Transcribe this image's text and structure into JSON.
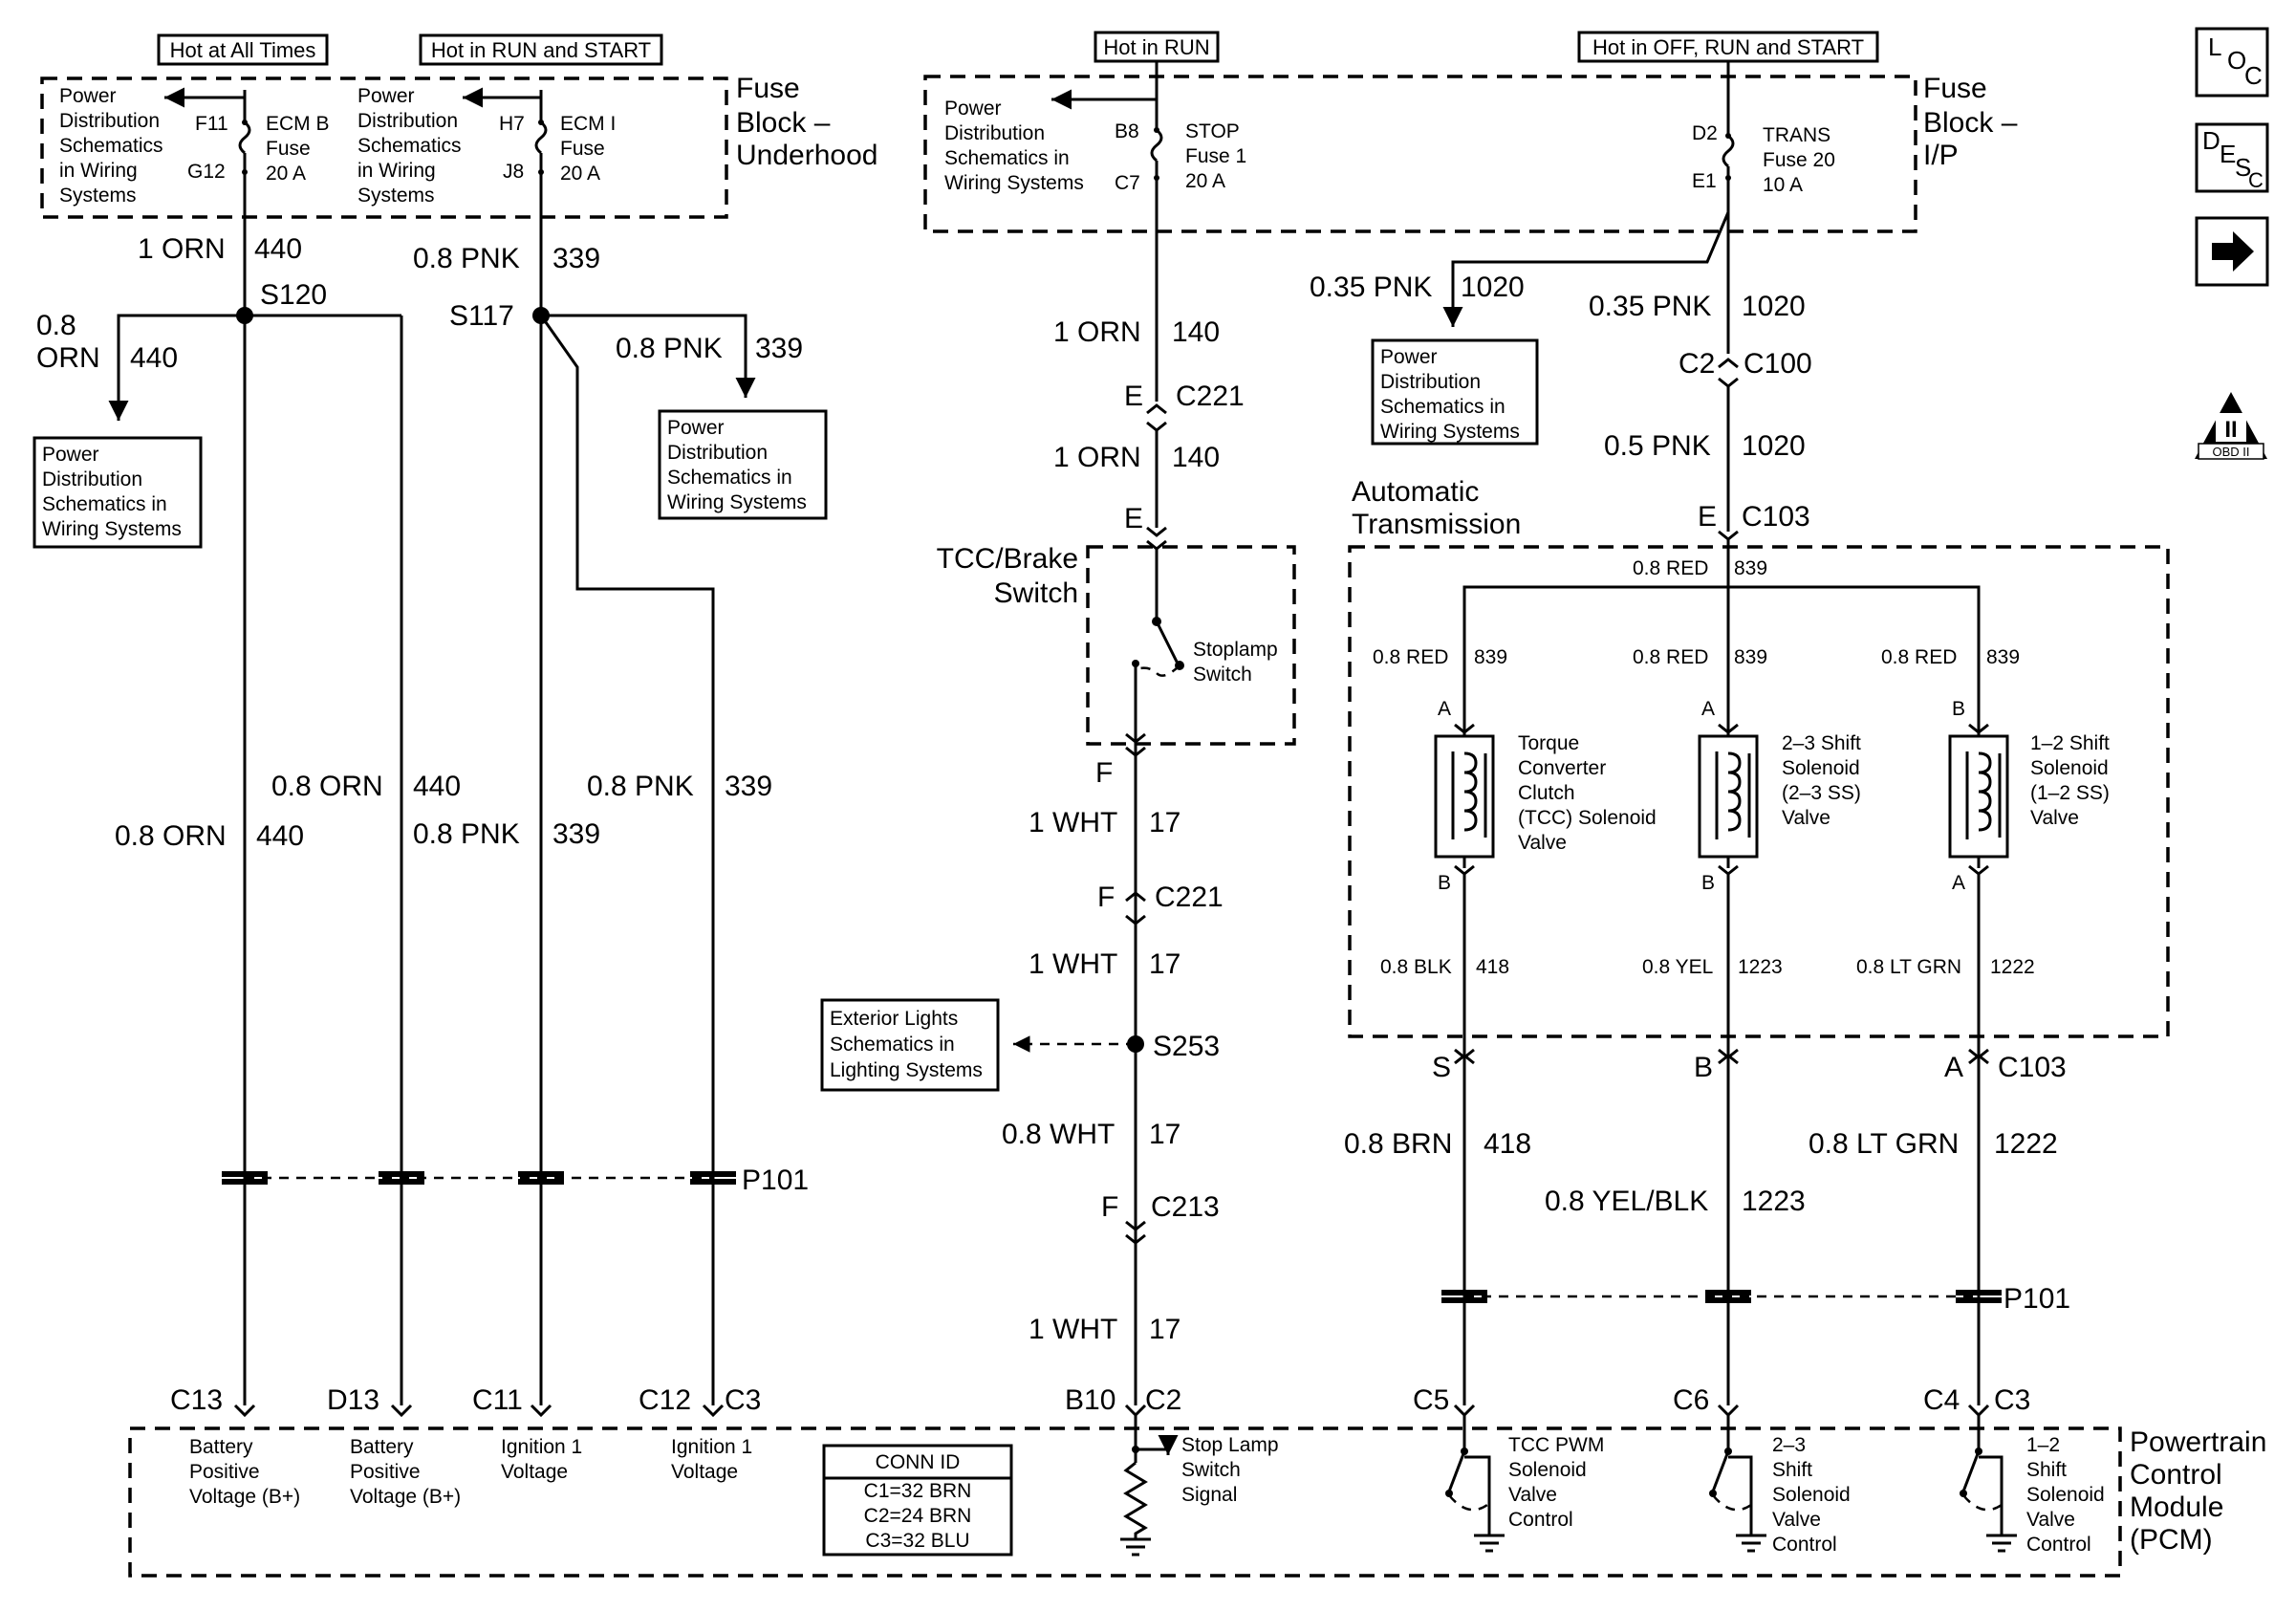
{
  "headers": {
    "hot_always": "Hot at All Times",
    "hot_run_start": "Hot in RUN and START",
    "hot_run": "Hot in RUN",
    "hot_off_run_start": "Hot in OFF, RUN and START"
  },
  "fuse_blocks": {
    "underhood": [
      "Fuse",
      "Block –",
      "Underhood"
    ],
    "ip": [
      "Fuse",
      "Block –",
      "I/P"
    ]
  },
  "fuses": {
    "ecm_b": {
      "in": "F11",
      "out": "G12",
      "lines": [
        "ECM B",
        "Fuse",
        "20 A"
      ]
    },
    "ecm_i": {
      "in": "H7",
      "out": "J8",
      "lines": [
        "ECM I",
        "Fuse",
        "20 A"
      ]
    },
    "stop": {
      "in": "B8",
      "out": "C7",
      "lines": [
        "STOP",
        "Fuse 1",
        "20 A"
      ]
    },
    "trans": {
      "in": "D2",
      "out": "E1",
      "lines": [
        "TRANS",
        "Fuse 20",
        "10 A"
      ]
    }
  },
  "refs": {
    "power_dist_4": [
      "Power",
      "Distribution",
      "Schematics",
      "in Wiring",
      "Systems"
    ],
    "power_dist_4b": [
      "Power",
      "Distribution",
      "Schematics",
      "in Wiring",
      "Systems"
    ],
    "power_dist_box1": [
      "Power",
      "Distribution",
      "Schematics in",
      "Wiring Systems"
    ],
    "power_dist_box2": [
      "Power",
      "Distribution",
      "Schematics in",
      "Wiring Systems"
    ],
    "power_dist_stop": [
      "Power",
      "Distribution",
      "Schematics in",
      "Wiring Systems"
    ],
    "power_dist_trans": [
      "Power",
      "Distribution",
      "Schematics in",
      "Wiring Systems"
    ],
    "exterior_lights": [
      "Exterior Lights",
      "Schematics in",
      "Lighting Systems"
    ]
  },
  "wires": {
    "orn_440_top": {
      "size": "1 ORN",
      "circuit": "440"
    },
    "pnk_339_top": {
      "size": "0.8 PNK",
      "circuit": "339"
    },
    "orn_440_branch": {
      "size_lines": [
        "0.8",
        "ORN"
      ],
      "circuit": "440"
    },
    "pnk_339_branch": {
      "size": "0.8 PNK",
      "circuit": "339"
    },
    "orn_440_a": {
      "size": "0.8 ORN",
      "circuit": "440"
    },
    "orn_440_b": {
      "size": "0.8 ORN",
      "circuit": "440"
    },
    "pnk_339_a": {
      "size": "0.8 PNK",
      "circuit": "339"
    },
    "pnk_339_b": {
      "size": "0.8 PNK",
      "circuit": "339"
    },
    "orn_140_a": {
      "size": "1 ORN",
      "circuit": "140"
    },
    "orn_140_b": {
      "size": "1 ORN",
      "circuit": "140"
    },
    "wht_17_a": {
      "size": "1 WHT",
      "circuit": "17"
    },
    "wht_17_b": {
      "size": "1 WHT",
      "circuit": "17"
    },
    "wht_17_c": {
      "size": "0.8 WHT",
      "circuit": "17"
    },
    "wht_17_d": {
      "size": "1 WHT",
      "circuit": "17"
    },
    "pnk_1020_branch": {
      "size": "0.35 PNK",
      "circuit": "1020"
    },
    "pnk_1020_a": {
      "size": "0.35 PNK",
      "circuit": "1020"
    },
    "pnk_1020_b": {
      "size": "0.5 PNK",
      "circuit": "1020"
    },
    "red_839_top": {
      "size": "0.8 RED",
      "circuit": "839"
    },
    "red_839_1": {
      "size": "0.8 RED",
      "circuit": "839"
    },
    "red_839_2": {
      "size": "0.8 RED",
      "circuit": "839"
    },
    "red_839_3": {
      "size": "0.8 RED",
      "circuit": "839"
    },
    "blk_418": {
      "size": "0.8 BLK",
      "circuit": "418"
    },
    "yel_1223": {
      "size": "0.8 YEL",
      "circuit": "1223"
    },
    "ltgrn_1222": {
      "size": "0.8 LT GRN",
      "circuit": "1222"
    },
    "brn_418": {
      "size": "0.8 BRN",
      "circuit": "418"
    },
    "yelblk_1223": {
      "size": "0.8 YEL/BLK",
      "circuit": "1223"
    },
    "ltgrn_1222_b": {
      "size": "0.8 LT GRN",
      "circuit": "1222"
    }
  },
  "splices": {
    "s120": "S120",
    "s117": "S117",
    "s253": "S253"
  },
  "connectors": {
    "c221_e": {
      "pin": "E",
      "name": "C221"
    },
    "c221_e2": {
      "pin": "E"
    },
    "c221_f1": {
      "pin": "F"
    },
    "c221_f": {
      "pin": "F",
      "name": "C221"
    },
    "c213_f": {
      "pin": "F",
      "name": "C213"
    },
    "c2_c100": {
      "pin": "C2",
      "name": "C100"
    },
    "c103_e": {
      "pin": "E",
      "name": "C103"
    },
    "c103_s": "S",
    "c103_b": "B",
    "c103_a": {
      "pin": "A",
      "name": "C103"
    },
    "p101_left": "P101",
    "p101_right": "P101"
  },
  "pcm_pins": {
    "c13": "C13",
    "d13": "D13",
    "c11": "C11",
    "c12": "C12",
    "c3a": "C3",
    "b10": "B10",
    "c2": "C2",
    "c5": "C5",
    "c6": "C6",
    "c4": "C4",
    "c3b": "C3"
  },
  "tcc_brake_switch": {
    "title": [
      "TCC/Brake",
      "Switch"
    ],
    "contact": [
      "Stoplamp",
      "Switch"
    ]
  },
  "auto_trans": {
    "title": [
      "Automatic",
      "Transmission"
    ]
  },
  "solenoids": [
    {
      "pin_top": "A",
      "pin_bottom": "B",
      "lines": [
        "Torque",
        "Converter",
        "Clutch",
        "(TCC) Solenoid",
        "Valve"
      ]
    },
    {
      "pin_top": "A",
      "pin_bottom": "B",
      "lines": [
        "2–3 Shift",
        "Solenoid",
        "(2–3 SS)",
        "Valve"
      ]
    },
    {
      "pin_top": "B",
      "pin_bottom": "A",
      "lines": [
        "1–2 Shift",
        "Solenoid",
        "(1–2 SS)",
        "Valve"
      ]
    }
  ],
  "pcm": {
    "title": [
      "Powertrain",
      "Control",
      "Module",
      "(PCM)"
    ],
    "inputs": {
      "batt1": [
        "Battery",
        "Positive",
        "Voltage (B+)"
      ],
      "batt2": [
        "Battery",
        "Positive",
        "Voltage (B+)"
      ],
      "ign1": [
        "Ignition 1",
        "Voltage"
      ],
      "ign2": [
        "Ignition 1",
        "Voltage"
      ],
      "stop_lamp": [
        "Stop Lamp",
        "Switch",
        "Signal"
      ],
      "tcc_pwm": [
        "TCC PWM",
        "Solenoid",
        "Valve",
        "Control"
      ],
      "shift_23": [
        "2–3",
        "Shift",
        "Solenoid",
        "Valve",
        "Control"
      ],
      "shift_12": [
        "1–2",
        "Shift",
        "Solenoid",
        "Valve",
        "Control"
      ]
    },
    "conn_id": {
      "title": "CONN ID",
      "rows": [
        "C1=32 BRN",
        "C2=24 BRN",
        "C3=32 BLU"
      ]
    }
  },
  "nav": {
    "loc": [
      "L",
      "O",
      "C"
    ],
    "desc": [
      "D",
      "E",
      "S",
      "C"
    ],
    "obd": "OBD II",
    "obd_mark": "II"
  }
}
